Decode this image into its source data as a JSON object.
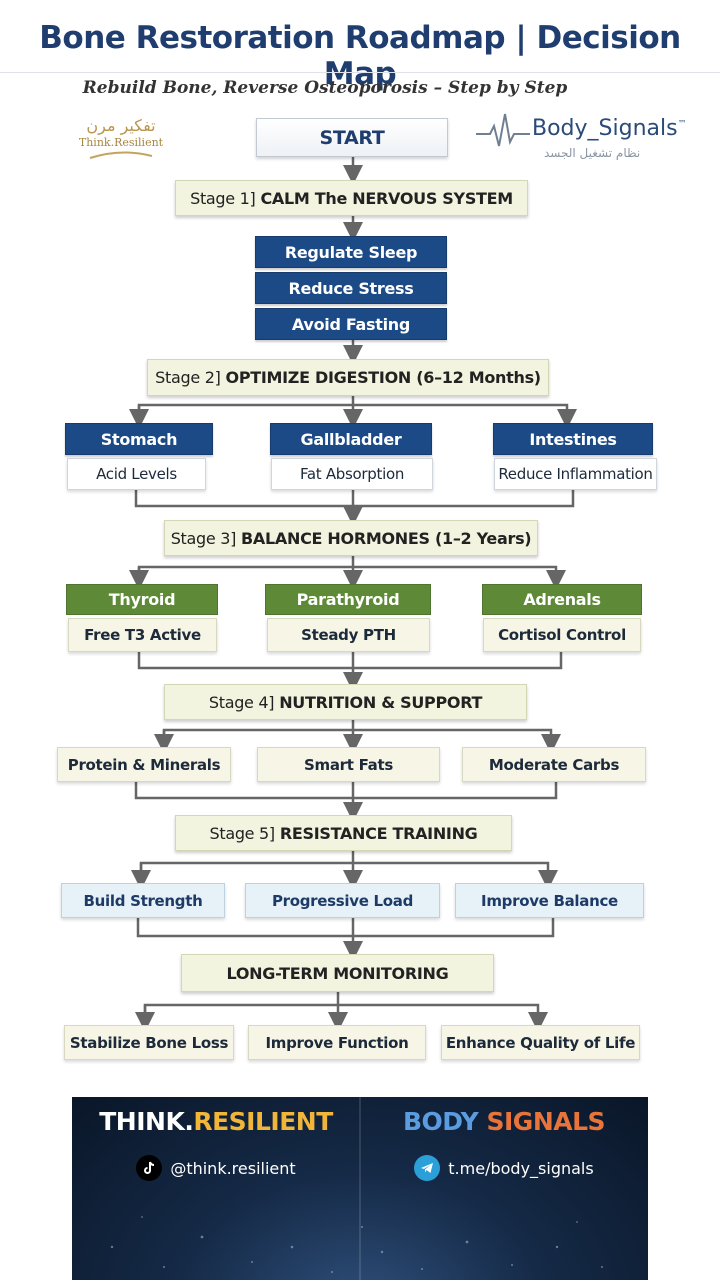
{
  "header": {
    "title": "Bone Restoration Roadmap | Decision Map",
    "subtitle": "Rebuild Bone, Reverse Osteoporosis – Step by Step"
  },
  "logos": {
    "left_arabic": "تفكير مرن",
    "left_english": "Think.Resilient",
    "right_name": "Body_Signals",
    "right_tm": "™",
    "right_arabic": "نظام تشغيل الجسد"
  },
  "flow": {
    "start": "START",
    "stage1": {
      "prefix": "Stage 1]",
      "title": "CALM The NERVOUS SYSTEM",
      "steps": [
        "Regulate Sleep",
        "Reduce Stress",
        "Avoid Fasting"
      ]
    },
    "stage2": {
      "prefix": "Stage 2]",
      "title": "OPTIMIZE DIGESTION (6–12 Months)",
      "branches": [
        {
          "head": "Stomach",
          "detail": "Acid Levels"
        },
        {
          "head": "Gallbladder",
          "detail": "Fat Absorption"
        },
        {
          "head": "Intestines",
          "detail": "Reduce Inflammation"
        }
      ]
    },
    "stage3": {
      "prefix": "Stage 3]",
      "title": "BALANCE HORMONES (1–2 Years)",
      "branches": [
        {
          "head": "Thyroid",
          "detail": "Free T3 Active"
        },
        {
          "head": "Parathyroid",
          "detail": "Steady PTH"
        },
        {
          "head": "Adrenals",
          "detail": "Cortisol Control"
        }
      ]
    },
    "stage4": {
      "prefix": "Stage 4]",
      "title": "NUTRITION & SUPPORT",
      "items": [
        "Protein & Minerals",
        "Smart Fats",
        "Moderate Carbs"
      ]
    },
    "stage5": {
      "prefix": "Stage 5]",
      "title": "RESISTANCE TRAINING",
      "items": [
        "Build Strength",
        "Progressive Load",
        "Improve Balance"
      ]
    },
    "monitoring": {
      "title": "LONG-TERM MONITORING",
      "items": [
        "Stabilize Bone Loss",
        "Improve Function",
        "Enhance Quality of Life"
      ]
    }
  },
  "footer": {
    "left_brand_a": "THINK.",
    "left_brand_b": "RESILIENT",
    "left_handle": "@think.resilient",
    "left_icon": "tiktok-icon",
    "right_brand_a": "BODY ",
    "right_brand_b": "SIGNALS",
    "right_handle": "t.me/body_signals",
    "right_icon": "telegram-icon"
  },
  "colors": {
    "title": "#1f3d6e",
    "navy": "#1c4a86",
    "green": "#5e8a37",
    "stage_bg": "#f2f4df",
    "connector": "#666666"
  }
}
